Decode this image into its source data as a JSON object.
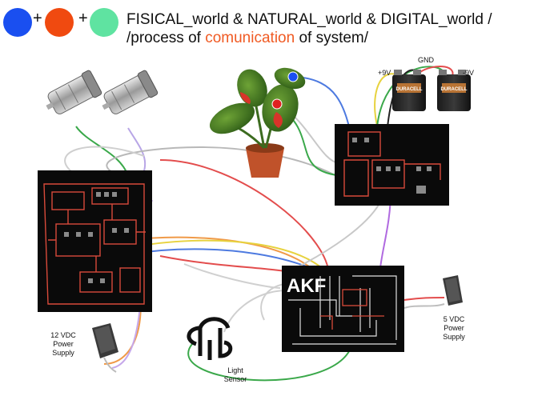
{
  "colors": {
    "blue": "#1a4ff0",
    "orange": "#f04a10",
    "mint": "#5fe3a1",
    "accent_text": "#f05a23",
    "board": "#0a0a0a",
    "trace": "#d84a3a"
  },
  "legend": {
    "plus_1": "+",
    "plus_2": "+"
  },
  "title": {
    "line1": "FISICAL_world & NATURAL_world & DIGITAL_world /",
    "line2_pre": "/process of ",
    "line2_accent": "comunication",
    "line2_post": " of system/"
  },
  "battery": {
    "plus_label": "+9V",
    "gnd_label": "GND",
    "minus_label": "-9V",
    "brand": "DURACELL"
  },
  "board_main": {
    "logo": "AKF"
  },
  "power_12": {
    "line1": "12 VDC",
    "line2": "Power",
    "line3": "Supply"
  },
  "power_5": {
    "line1": "5 VDC",
    "line2": "Power",
    "line3": "Supply"
  },
  "light_sensor": {
    "line1": "Light",
    "line2": "Sensor"
  },
  "icons": {
    "motor": "dc-motor-icon",
    "plant": "plant-icon",
    "battery": "battery-icon",
    "adapter": "power-adapter-icon",
    "sensor": "light-sensor-icon"
  }
}
